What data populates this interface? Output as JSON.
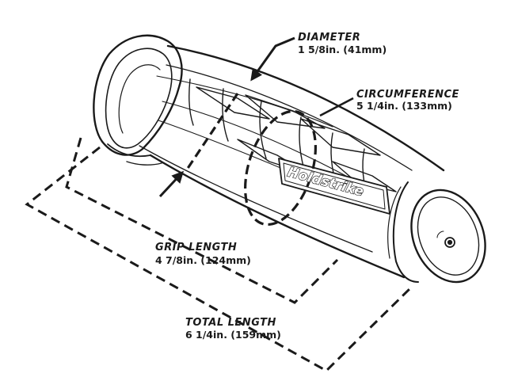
{
  "labels": {
    "diameter": {
      "title": "DIAMETER",
      "value": "1 5/8in. (41mm)"
    },
    "circumference": {
      "title": "CIRCUMFERENCE",
      "value": "5 1/4in. (133mm)"
    },
    "grip_length": {
      "title": "GRIP LENGTH",
      "value": "4 7/8in. (124mm)"
    },
    "total_length": {
      "title": "TOTAL LENGTH",
      "value": "6 1/4in. (159mm)"
    }
  },
  "brand": {
    "name": "Holdstrike"
  },
  "colors": {
    "line": "#1a1a1a",
    "background": "#ffffff"
  }
}
